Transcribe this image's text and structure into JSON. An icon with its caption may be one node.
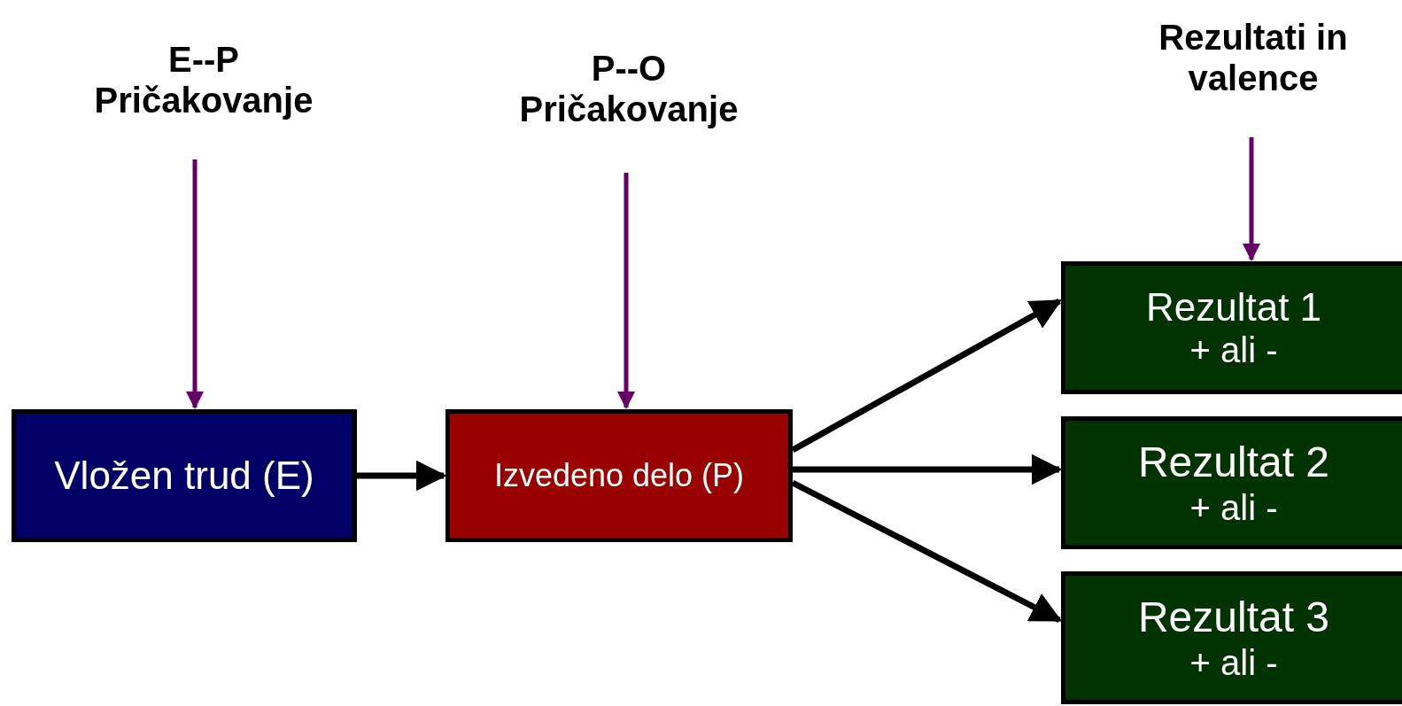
{
  "diagram": {
    "nodes": [
      {
        "text": [
          "E--P Pričakovanje"
        ]
      },
      {
        "text": [
          "P--O Pričakovanje"
        ]
      },
      {
        "text": [
          "Rezultati in valence"
        ]
      },
      {
        "text": [
          "Vložen trud (E)"
        ]
      },
      {
        "text": [
          "Izvedeno delo (P)"
        ]
      },
      {
        "text": [
          "Rezultat 1",
          "+ ali -"
        ]
      },
      {
        "text": [
          "Rezultat 2",
          "+ ali -"
        ]
      },
      {
        "text": [
          "Rezultat 3",
          "+ ali -"
        ]
      }
    ],
    "edges": [
      {
        "from": 0,
        "to": 3,
        "arrow": "to",
        "color": "#660066"
      },
      {
        "from": 1,
        "to": 4,
        "arrow": "to",
        "color": "#660066"
      },
      {
        "from": 2,
        "to": 5,
        "arrow": "to",
        "color": "#660066"
      },
      {
        "from": 3,
        "to": 4,
        "arrow": "to"
      },
      {
        "from": 4,
        "to": 5,
        "arrow": "to"
      },
      {
        "from": 4,
        "to": 6,
        "arrow": "to"
      },
      {
        "from": 4,
        "to": 7,
        "arrow": "to"
      }
    ]
  }
}
